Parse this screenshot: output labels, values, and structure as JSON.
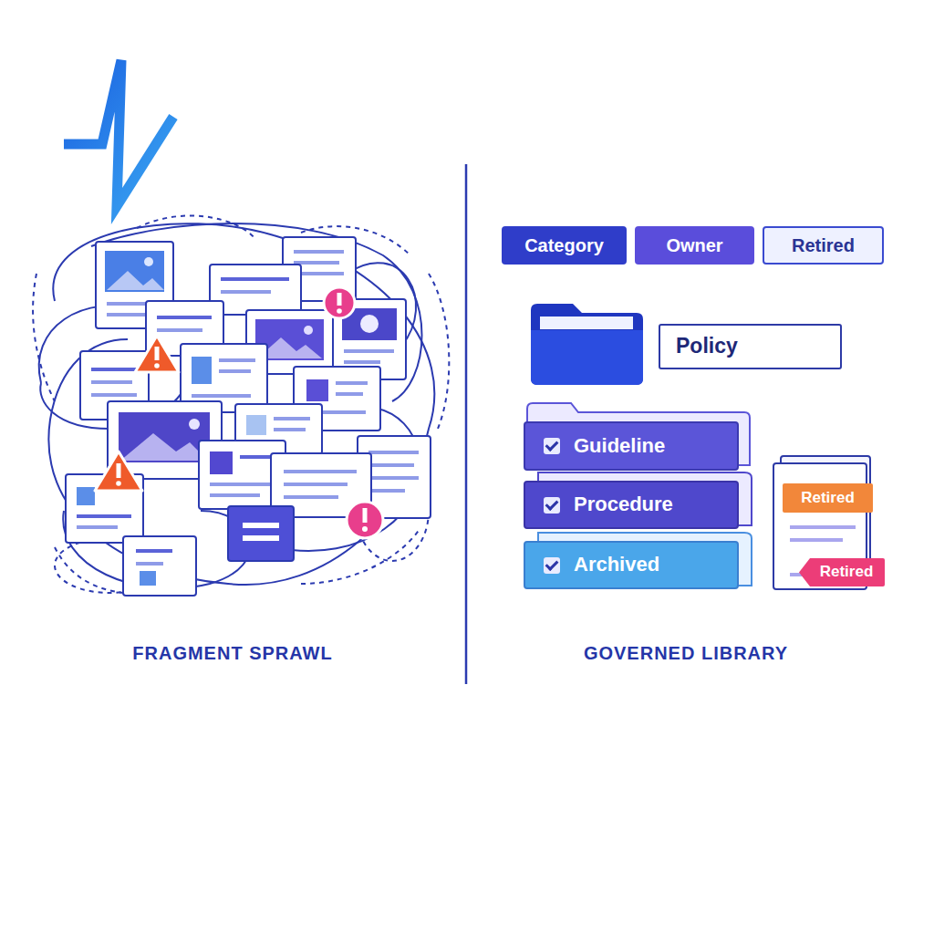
{
  "diagram": {
    "nodes": [
      {
        "text": [
          "Category"
        ]
      },
      {
        "text": [
          "Owner"
        ]
      },
      {
        "text": [
          "Retired"
        ]
      },
      {
        "text": [
          "Policy"
        ]
      },
      {
        "text": [
          "Guideline"
        ]
      },
      {
        "text": [
          "Procedure"
        ]
      },
      {
        "text": [
          "Archived"
        ]
      },
      {
        "text": [
          "Retired"
        ]
      },
      {
        "text": [
          "Retired"
        ]
      }
    ],
    "labels": [
      "FRAGMENT SPRAWL",
      "GOVERNED LIBRARY"
    ]
  }
}
